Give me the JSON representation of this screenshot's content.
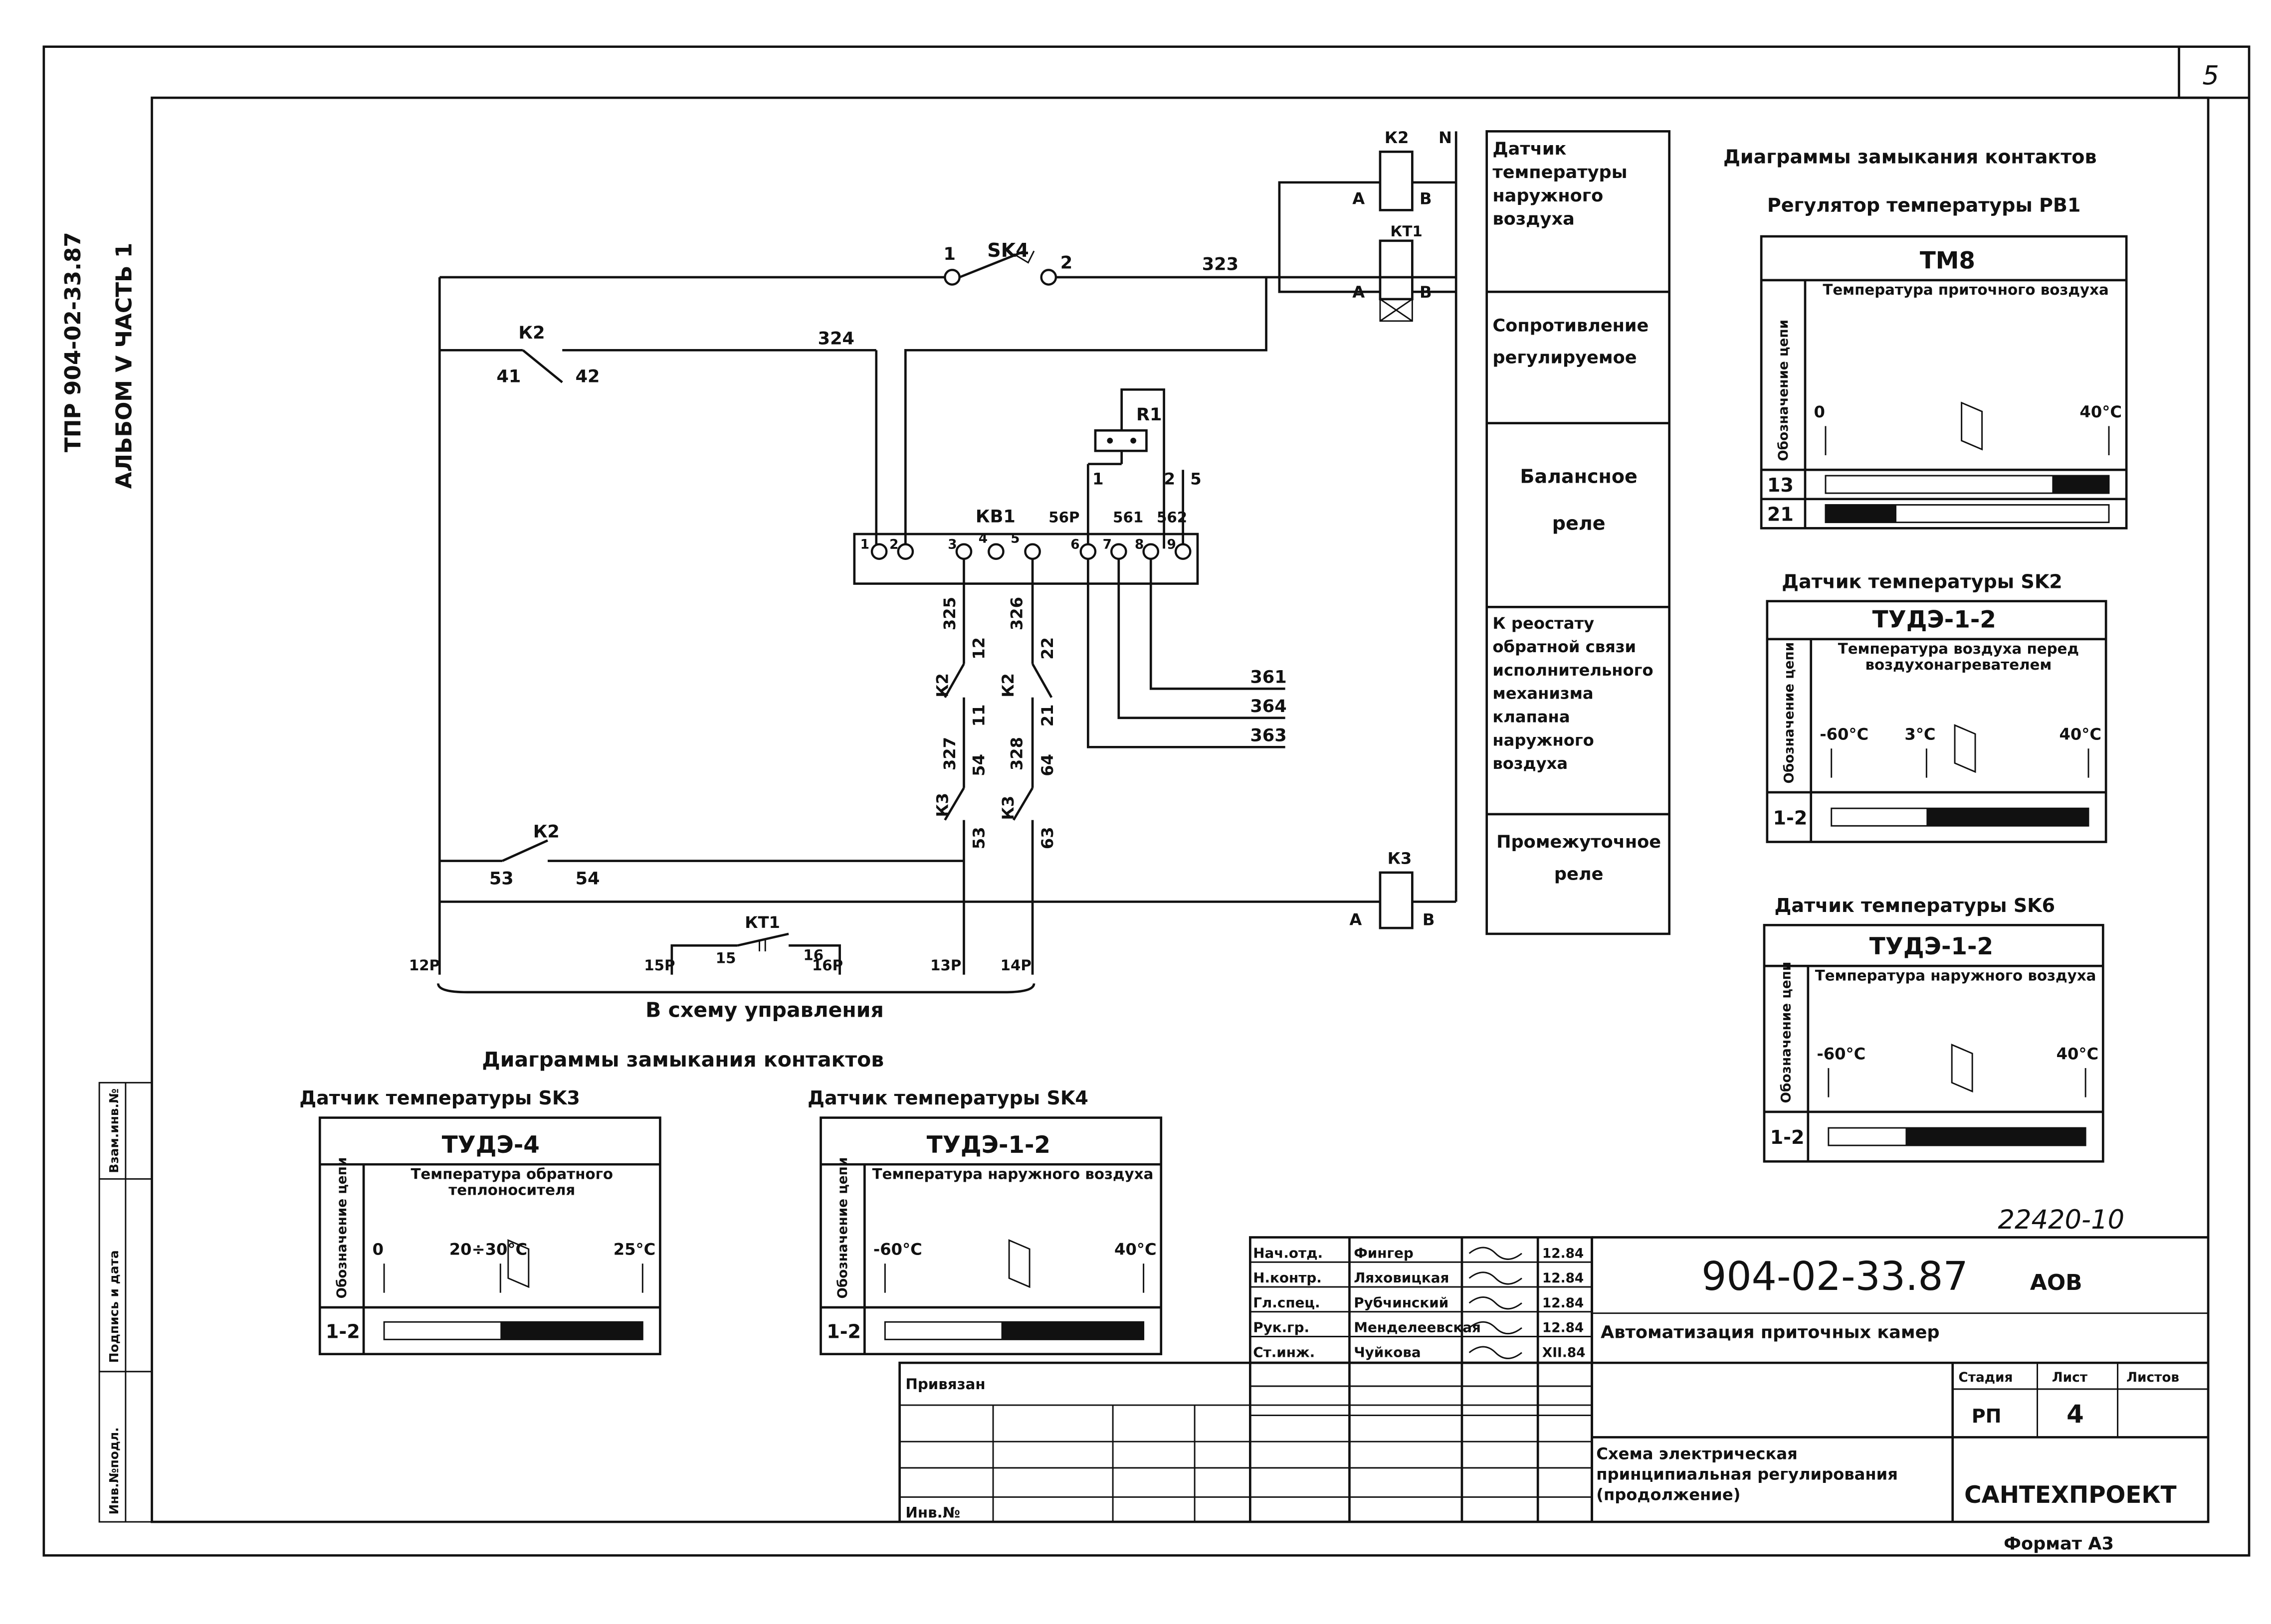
{
  "sheet": {
    "page_number": "5",
    "side_code": "ТПР 904-02-33.87",
    "side_album": "АЛЬБОМ V ЧАСТЬ 1",
    "format": "Формат А3",
    "copy_number": "22420-10",
    "left_stamps": [
      "Инв.№подл.",
      "Подпись и дата",
      "Взам.инв.№"
    ]
  },
  "circuit": {
    "contacts": {
      "sk4": "SK4",
      "sk4_1": "1",
      "sk4_2": "2",
      "k2_a": "К2",
      "k2_a_41": "41",
      "k2_a_42": "42",
      "k2_b": "К2",
      "k2_b_53": "53",
      "k2_b_54": "54",
      "k2_c": "К2",
      "k2_c_12": "12",
      "k2_c_11": "11",
      "k2_d": "К2",
      "k2_d_22": "22",
      "k2_d_21": "21",
      "k3_a": "К3",
      "k3_a_54": "54",
      "k3_a_53": "53",
      "k3_b": "К3",
      "k3_b_64": "64",
      "k3_b_63": "63",
      "kt1": "КТ1",
      "kt1_15": "15",
      "kt1_16": "16"
    },
    "coils": {
      "k2": "К2",
      "kt1": "КТ1",
      "k3": "К3",
      "a": "А",
      "b": "В",
      "n": "N"
    },
    "wires": {
      "w323": "323",
      "w324": "324",
      "w325": "325",
      "w326": "326",
      "w327": "327",
      "w328": "328",
      "w361": "361",
      "w364": "364",
      "w363": "363",
      "t12p": "12Р",
      "t15p": "15Р",
      "t16p": "16Р",
      "t13p": "13Р",
      "t14p": "14Р"
    },
    "terminal_block": {
      "name": "КВ1",
      "numbers": [
        "1",
        "2",
        "3",
        "4",
        "5",
        "6",
        "7",
        "8",
        "9"
      ],
      "wire_labels": [
        "56Р",
        "561",
        "562"
      ]
    },
    "resistor": {
      "name": "R1",
      "pin1": "1",
      "pin2": "2",
      "pin5": "5"
    },
    "bottom_label": "В схему управления"
  },
  "legend": [
    "Датчик температуры наружного воздуха",
    "Сопротивление регулируемое",
    "Балансное реле",
    "К реостату обратной связи исполнительного механизма клапана наружного воздуха",
    "Промежуточное реле"
  ],
  "diagrams_title_top": "Диаграммы замыкания контактов",
  "diagrams_title_bottom": "Диаграммы замыкания контактов",
  "charts": [
    {
      "group": "Регулятор температуры РВ1",
      "device": "ТМ8",
      "col_header": "Обозначение цепи",
      "caption": "Температура приточного воздуха",
      "ticks": [
        "0",
        "40°С"
      ],
      "rows": [
        {
          "circuit": "13",
          "closed": [
            0.8,
            1.0
          ]
        },
        {
          "circuit": "21",
          "closed": [
            0.0,
            0.25
          ]
        }
      ]
    },
    {
      "group": "Датчик температуры SK2",
      "device": "ТУДЭ-1-2",
      "col_header": "Обозначение цепи",
      "caption": "Температура воздуха перед воздухонагревателем",
      "ticks": [
        "-60°С",
        "3°С",
        "40°С"
      ],
      "rows": [
        {
          "circuit": "1-2",
          "closed": [
            0.37,
            1.0
          ]
        }
      ]
    },
    {
      "group": "Датчик температуры SK6",
      "device": "ТУДЭ-1-2",
      "col_header": "Обозначение цепи",
      "caption": "Температура наружного воздуха",
      "ticks": [
        "-60°С",
        "40°С"
      ],
      "rows": [
        {
          "circuit": "1-2",
          "closed": [
            0.3,
            1.0
          ]
        }
      ]
    },
    {
      "group": "Датчик температуры SK3",
      "device": "ТУДЭ-4",
      "col_header": "Обозначение цепи",
      "caption": "Температура обратного теплоносителя",
      "ticks": [
        "0",
        "20÷30°С",
        "25°С"
      ],
      "rows": [
        {
          "circuit": "1-2",
          "closed": [
            0.45,
            1.0
          ]
        }
      ]
    },
    {
      "group": "Датчик температуры SK4",
      "device": "ТУДЭ-1-2",
      "col_header": "Обозначение цепи",
      "caption": "Температура наружного воздуха",
      "ticks": [
        "-60°С",
        "40°С"
      ],
      "rows": [
        {
          "circuit": "1-2",
          "closed": [
            0.45,
            1.0
          ]
        }
      ]
    }
  ],
  "title_block": {
    "designation": "904-02-33.87",
    "suffix": "АОВ",
    "project": "Автоматизация приточных камер",
    "sheet_title": "Схема электрическая принципиальная регулирования (продолжение)",
    "organization": "САНТЕХПРОЕКТ",
    "stage_header": "Стадия",
    "sheet_header": "Лист",
    "sheets_header": "Листов",
    "stage": "РП",
    "sheet": "4",
    "sheets": "",
    "bound_label": "Привязан",
    "inv_label": "Инв.№",
    "signers": [
      {
        "role": "Нач.отд.",
        "name": "Фингер",
        "date": "12.84"
      },
      {
        "role": "Н.контр.",
        "name": "Ляховицкая",
        "date": "12.84"
      },
      {
        "role": "Гл.спец.",
        "name": "Рубчинский",
        "date": "12.84"
      },
      {
        "role": "Рук.гр.",
        "name": "Менделеевская",
        "date": "12.84"
      },
      {
        "role": "Ст.инж.",
        "name": "Чуйкова",
        "date": "XII.84"
      }
    ]
  }
}
